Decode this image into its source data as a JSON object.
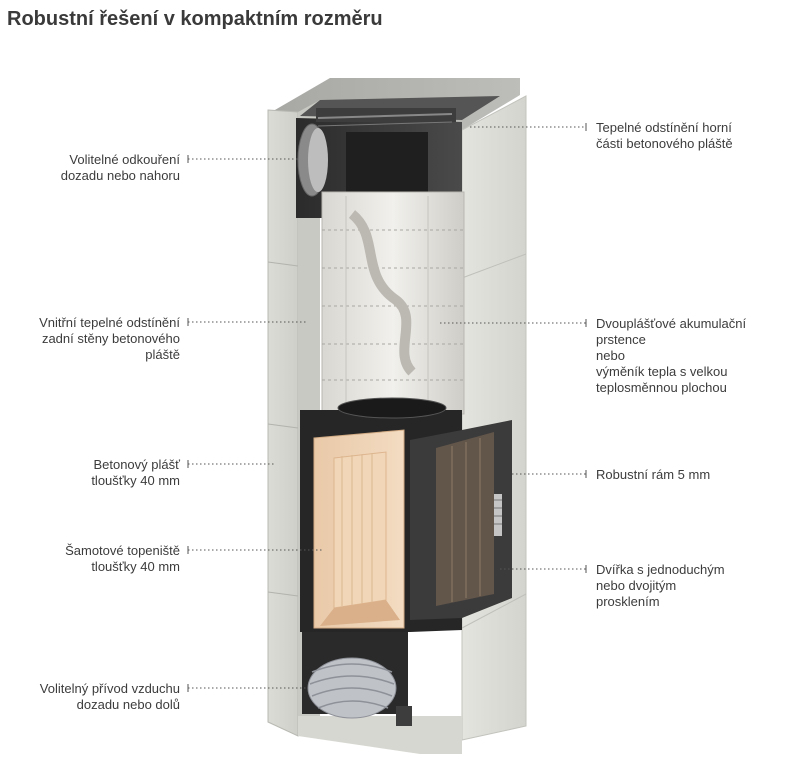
{
  "title": "Robustní řešení v kompaktním rozměru",
  "labels": {
    "left": [
      {
        "lines": [
          "Volitelné odkouření",
          "dozadu nebo nahoru"
        ]
      },
      {
        "lines": [
          "Vnitřní tepelné odstínění",
          "zadní stěny betonového",
          "pláště"
        ]
      },
      {
        "lines": [
          "Betonový plášť",
          "tloušťky 40 mm"
        ]
      },
      {
        "lines": [
          "Šamotové topeniště",
          "tloušťky 40 mm"
        ]
      },
      {
        "lines": [
          "Volitelný přívod vzduchu",
          "dozadu nebo dolů"
        ]
      }
    ],
    "right": [
      {
        "lines": [
          "Tepelné odstínění horní",
          "části betonového pláště"
        ]
      },
      {
        "lines": [
          "Dvouplášťové akumulační",
          "prstence",
          "nebo",
          "výměník tepla s velkou",
          "teplosměnnou plochou"
        ]
      },
      {
        "lines": [
          "Robustní rám 5 mm"
        ]
      },
      {
        "lines": [
          "Dvířka s jednoduchým",
          "nebo dvojitým",
          "prosklením"
        ]
      }
    ]
  }
}
